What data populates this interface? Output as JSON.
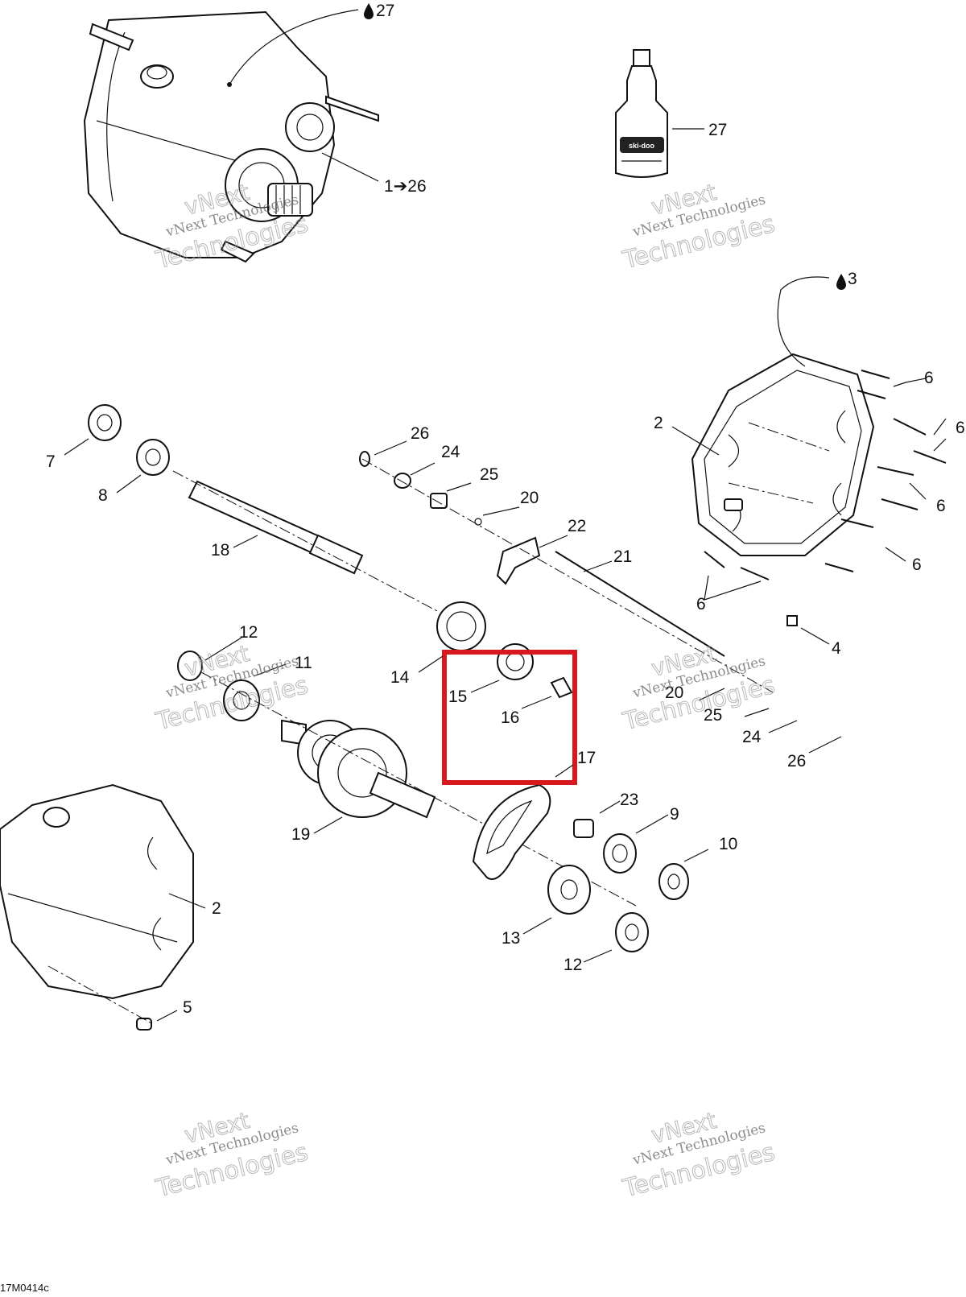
{
  "diagram_code": "17M0414c",
  "bottle_brand": "ski-doo",
  "highlight_color": "#d7191f",
  "watermark": {
    "line1": "vNext",
    "line2": "vNext Technologies",
    "line3": "Technologies"
  },
  "callouts": {
    "c27_top": "27",
    "c1_26": "1➔26",
    "c27_bottle": "27",
    "c3": "3",
    "c2_top": "2",
    "c6_a": "6",
    "c6_b": "6",
    "c6_c": "6",
    "c6_d": "6",
    "c6_e": "6",
    "c4": "4",
    "c7": "7",
    "c8": "8",
    "c18": "18",
    "c26_top": "26",
    "c24_top": "24",
    "c25_top": "25",
    "c20_top": "20",
    "c22": "22",
    "c21": "21",
    "c12_top": "12",
    "c11": "11",
    "c14": "14",
    "c15": "15",
    "c16": "16",
    "c17": "17",
    "c20_bottom": "20",
    "c25_bottom": "25",
    "c24_bottom": "24",
    "c26_bottom": "26",
    "c19": "19",
    "c23": "23",
    "c9": "9",
    "c10": "10",
    "c13": "13",
    "c12_bottom": "12",
    "c2_bottom": "2",
    "c5": "5"
  }
}
